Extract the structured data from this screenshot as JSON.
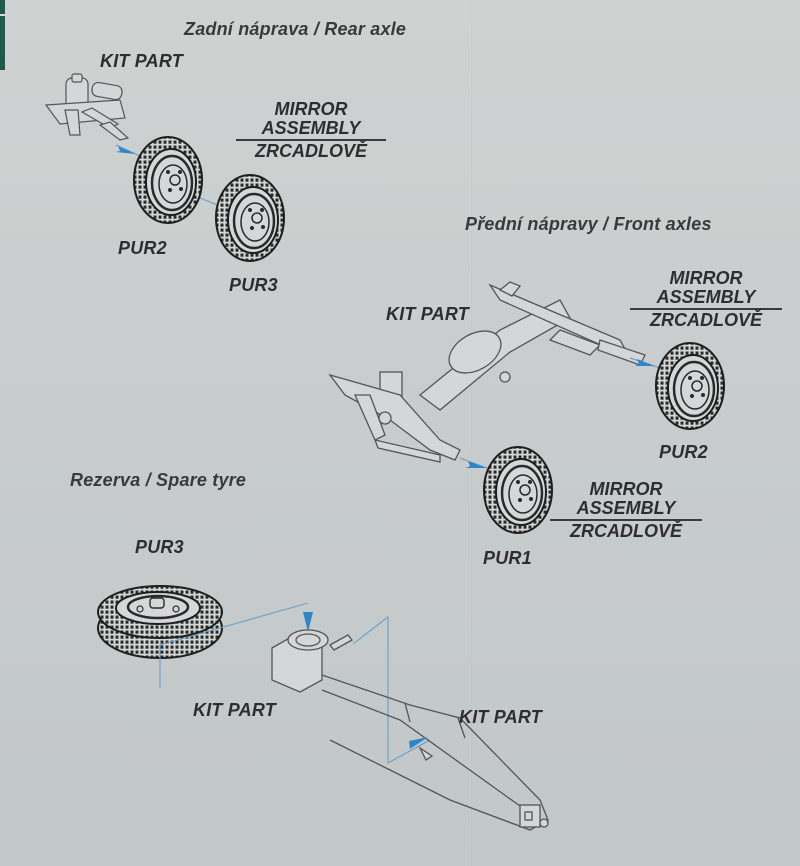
{
  "page": {
    "type": "model kit instruction sheet (photo)",
    "paper_color": "#c9cdcd",
    "accent_arrow_color": "#2f86c8",
    "guide_line_color": "#6aa0c8"
  },
  "sections": {
    "rear_axle": {
      "title": "Zadní náprava / Rear axle",
      "kit_part_label": "KIT PART",
      "mirror_assembly": {
        "line1": "MIRROR",
        "line2": "ASSEMBLY",
        "line3": "ZRCADLOVĚ"
      },
      "parts": [
        {
          "label": "PUR2"
        },
        {
          "label": "PUR3"
        }
      ]
    },
    "front_axles": {
      "title": "Přední nápravy / Front axles",
      "kit_part_label": "KIT PART",
      "mirror_assembly_right": {
        "line1": "MIRROR",
        "line2": "ASSEMBLY",
        "line3": "ZRCADLOVĚ"
      },
      "mirror_assembly_bottom": {
        "line1": "MIRROR",
        "line2": "ASSEMBLY",
        "line3": "ZRCADLOVĚ"
      },
      "parts": [
        {
          "label": "PUR2"
        },
        {
          "label": "PUR1"
        }
      ]
    },
    "spare_tyre": {
      "title": "Rezerva / Spare tyre",
      "part_label": "PUR3",
      "kit_part_left_label": "KIT PART",
      "kit_part_right_label": "KIT PART"
    }
  }
}
